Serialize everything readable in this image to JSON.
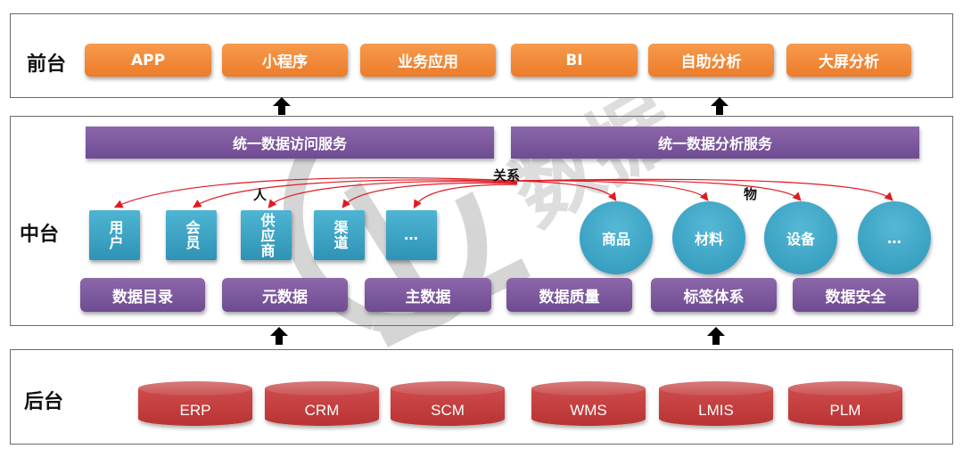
{
  "front_layer": {
    "label": "前台",
    "items": [
      "APP",
      "小程序",
      "业务应用",
      "BI",
      "自助分析",
      "大屏分析"
    ]
  },
  "middle_layer": {
    "label": "中台",
    "services": [
      "统一数据访问服务",
      "统一数据分析服务"
    ],
    "relation_label": "关系",
    "people_label": "人",
    "things_label": "物",
    "people_entities": [
      "用户",
      "会员",
      "供应商",
      "渠道",
      "…"
    ],
    "thing_entities": [
      "商品",
      "材料",
      "设备",
      "…"
    ],
    "capabilities": [
      "数据目录",
      "元数据",
      "主数据",
      "数据质量",
      "标签体系",
      "数据安全"
    ]
  },
  "back_layer": {
    "label": "后台",
    "systems": [
      "ERP",
      "CRM",
      "SCM",
      "WMS",
      "LMIS",
      "PLM"
    ]
  },
  "watermark": "数据",
  "colors": {
    "front": "#f08a38",
    "service": "#7b58a0",
    "entity": "#3ea5c6",
    "system": "#c43e3e",
    "relation": "#e01b24"
  }
}
